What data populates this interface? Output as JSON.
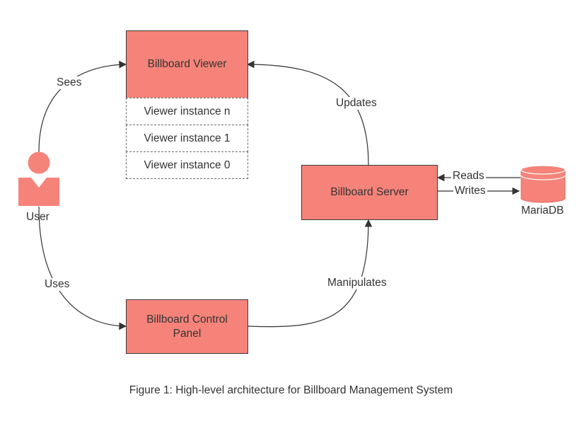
{
  "colors": {
    "box_fill": "#f5837a",
    "box_border": "#3a3a3a",
    "line": "#333333",
    "text": "#333333"
  },
  "user": {
    "label": "User",
    "icon": "person-icon"
  },
  "viewer": {
    "title": "Billboard Viewer",
    "instances": [
      "Viewer instance n",
      "Viewer instance 1",
      "Viewer instance 0"
    ]
  },
  "server": {
    "label": "Billboard Server"
  },
  "control_panel": {
    "label": "Billboard Control Panel"
  },
  "database": {
    "label": "MariaDB",
    "icon": "database-cylinder-icon"
  },
  "edges": {
    "sees": "Sees",
    "uses": "Uses",
    "updates": "Updates",
    "manipulates": "Manipulates",
    "reads": "Reads",
    "writes": "Writes"
  },
  "caption": "Figure 1: High-level architecture for Billboard Management System"
}
